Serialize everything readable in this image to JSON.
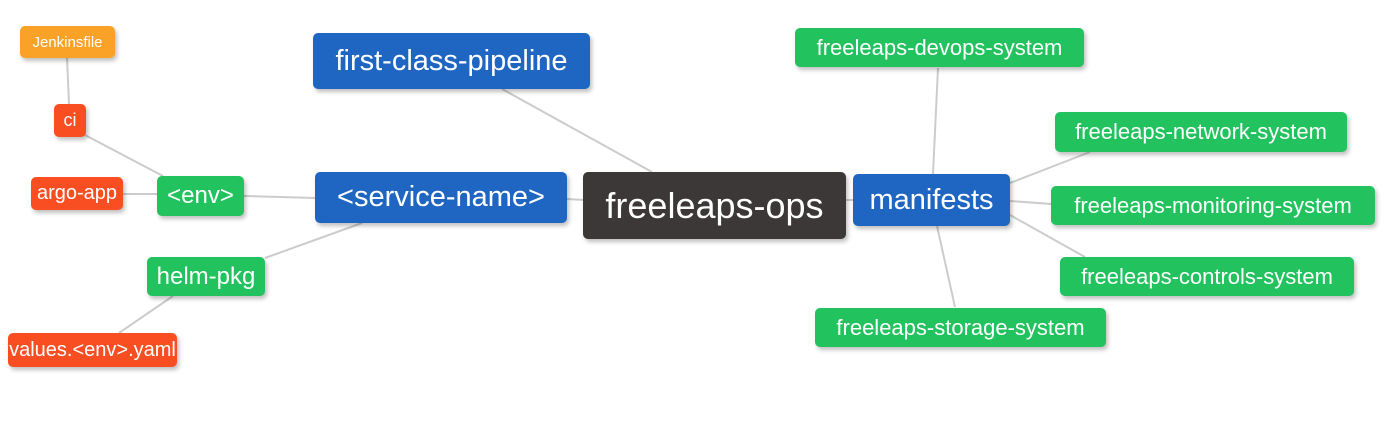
{
  "diagram": {
    "type": "mindmap",
    "root_label": "freeleaps-ops",
    "palette": {
      "root_bg": "#3b3837",
      "branch_blue": "#1f66c2",
      "leaf_green": "#22c35e",
      "leaf_red": "#f94e21",
      "leaf_orange": "#faa228",
      "edge": "#cccccc",
      "text": "#ffffff",
      "background": "#ffffff"
    },
    "nodes": [
      {
        "id": "jenkinsfile",
        "label": "Jenkinsfile",
        "color": "#faa228"
      },
      {
        "id": "ci",
        "label": "ci",
        "color": "#f94e21"
      },
      {
        "id": "argo-app",
        "label": "argo-app",
        "color": "#f94e21"
      },
      {
        "id": "env",
        "label": "<env>",
        "color": "#22c35e"
      },
      {
        "id": "helm-pkg",
        "label": "helm-pkg",
        "color": "#22c35e"
      },
      {
        "id": "values-env-yaml",
        "label": "values.<env>.yaml",
        "color": "#f94e21"
      },
      {
        "id": "first-class-pipeline",
        "label": "first-class-pipeline",
        "color": "#1f66c2"
      },
      {
        "id": "service-name",
        "label": "<service-name>",
        "color": "#1f66c2"
      },
      {
        "id": "freeleaps-ops",
        "label": "freeleaps-ops",
        "color": "#3b3837"
      },
      {
        "id": "manifests",
        "label": "manifests",
        "color": "#1f66c2"
      },
      {
        "id": "devops-system",
        "label": "freeleaps-devops-system",
        "color": "#22c35e"
      },
      {
        "id": "network-system",
        "label": "freeleaps-network-system",
        "color": "#22c35e"
      },
      {
        "id": "monitoring-system",
        "label": "freeleaps-monitoring-system",
        "color": "#22c35e"
      },
      {
        "id": "controls-system",
        "label": "freeleaps-controls-system",
        "color": "#22c35e"
      },
      {
        "id": "storage-system",
        "label": "freeleaps-storage-system",
        "color": "#22c35e"
      }
    ],
    "edges": [
      {
        "from": "jenkinsfile",
        "to": "ci"
      },
      {
        "from": "ci",
        "to": "env"
      },
      {
        "from": "argo-app",
        "to": "env"
      },
      {
        "from": "env",
        "to": "service-name"
      },
      {
        "from": "helm-pkg",
        "to": "service-name"
      },
      {
        "from": "values-env-yaml",
        "to": "helm-pkg"
      },
      {
        "from": "first-class-pipeline",
        "to": "freeleaps-ops"
      },
      {
        "from": "service-name",
        "to": "freeleaps-ops"
      },
      {
        "from": "freeleaps-ops",
        "to": "manifests"
      },
      {
        "from": "manifests",
        "to": "devops-system"
      },
      {
        "from": "manifests",
        "to": "network-system"
      },
      {
        "from": "manifests",
        "to": "monitoring-system"
      },
      {
        "from": "manifests",
        "to": "controls-system"
      },
      {
        "from": "manifests",
        "to": "storage-system"
      }
    ]
  }
}
